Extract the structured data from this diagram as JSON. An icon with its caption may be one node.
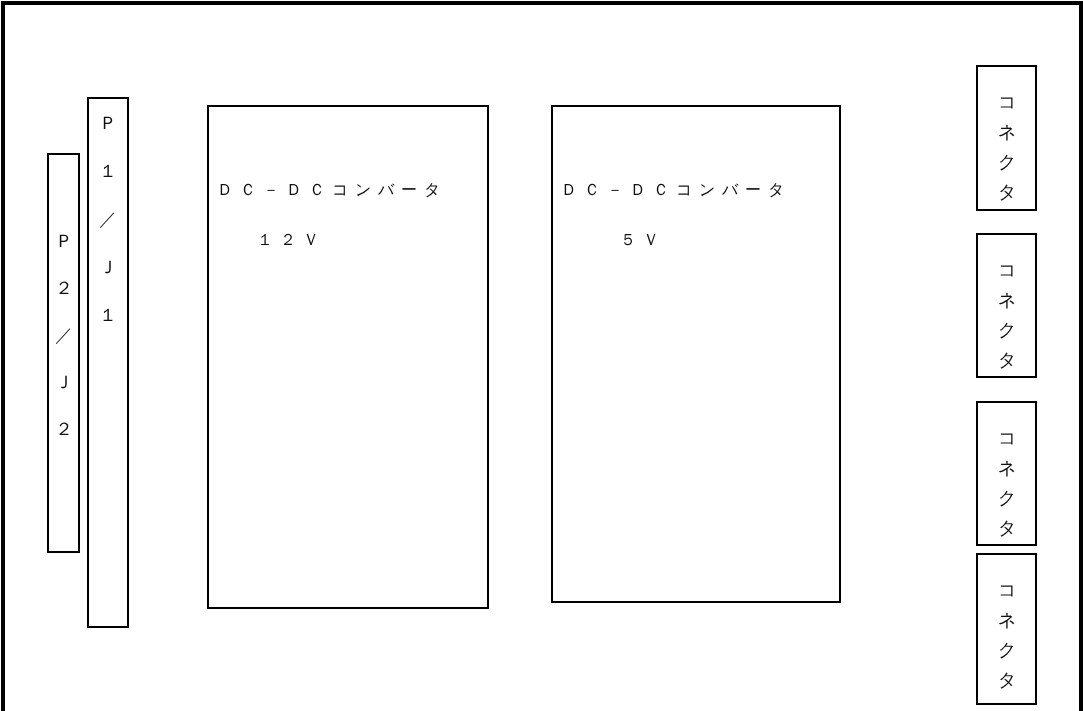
{
  "diagram": {
    "nodes": [
      {
        "text": [],
        "shape": "box"
      },
      {
        "text": [
          "Ｐ２／Ｊ２"
        ],
        "in": 0
      },
      {
        "text": [
          "Ｐ１／Ｊ１"
        ],
        "in": 0
      },
      {
        "text": [
          "ＤＣ－ＤＣコンバータ",
          "１２Ｖ"
        ],
        "in": 0
      },
      {
        "text": [
          "ＤＣ－ＤＣコンバータ",
          "５Ｖ"
        ],
        "in": 0
      },
      {
        "text": [
          "コネクタ"
        ],
        "in": 0
      },
      {
        "text": [
          "コネクタ"
        ],
        "in": 0
      },
      {
        "text": [
          "コネクタ"
        ],
        "in": 0
      },
      {
        "text": [
          "コネクタ"
        ],
        "in": 0
      }
    ]
  }
}
